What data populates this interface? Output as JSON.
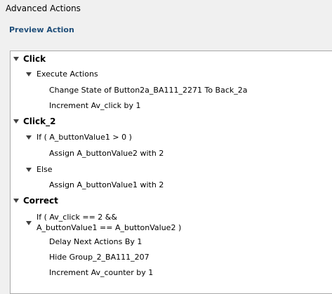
{
  "window": {
    "title": "Advanced Actions"
  },
  "header": {
    "heading": "Preview Action"
  },
  "tree": {
    "click": {
      "label": "Click",
      "execute": {
        "label": "Execute Actions",
        "items": [
          "Change State of Button2a_BA111_2271 To Back_2a",
          "Increment Av_click by 1"
        ]
      }
    },
    "click2": {
      "label": "Click_2",
      "if": {
        "label": "If ( A_buttonValue1 > 0  )",
        "items": [
          "Assign A_buttonValue2 with 2"
        ]
      },
      "else": {
        "label": "Else",
        "items": [
          "Assign A_buttonValue1 with 2"
        ]
      }
    },
    "correct": {
      "label": "Correct",
      "if": {
        "label_line1": "If ( Av_click == 2 &&",
        "label_line2": "A_buttonValue1 == A_buttonValue2  )",
        "items": [
          "Delay Next Actions By 1",
          "Hide Group_2_BA111_207",
          "Increment Av_counter by 1"
        ]
      }
    }
  }
}
